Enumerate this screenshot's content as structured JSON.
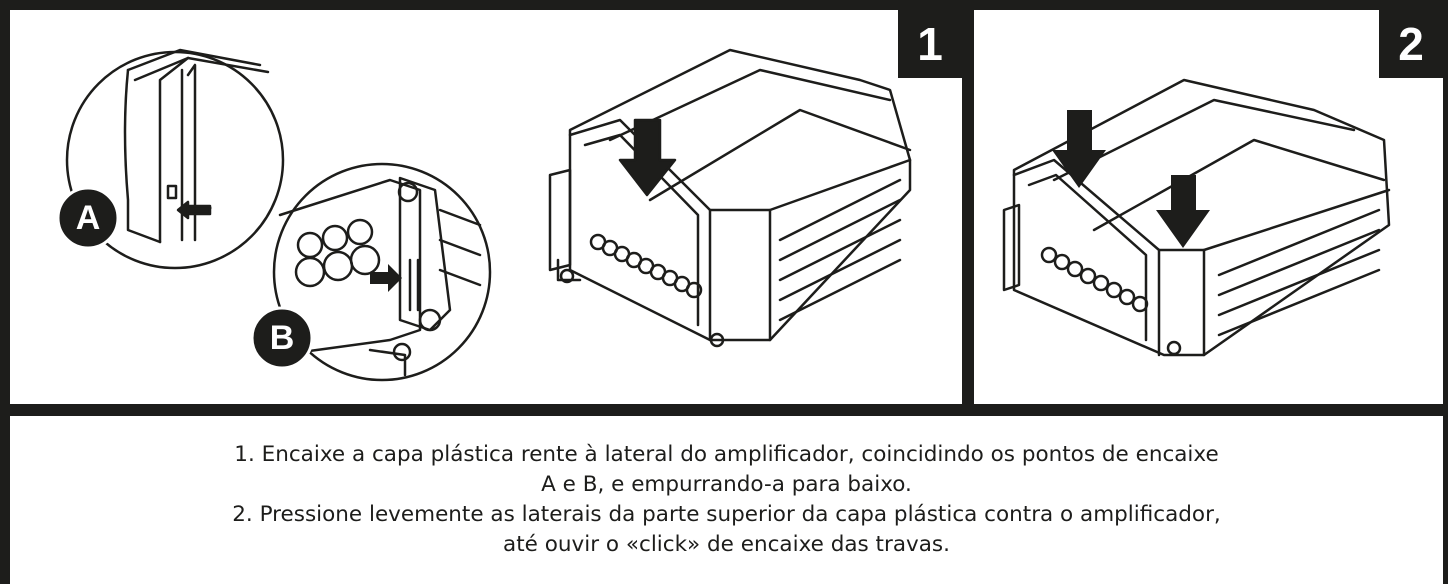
{
  "steps": [
    {
      "number": "1"
    },
    {
      "number": "2"
    }
  ],
  "callouts": {
    "a": "A",
    "b": "B"
  },
  "instructions": {
    "line1": "1. Encaixe a capa plástica rente à lateral do amplificador, coincidindo os pontos de encaixe",
    "line2": "A e B, e empurrando-a para baixo.",
    "line3": "2. Pressione levemente as laterais da parte superior da capa plástica contra o amplificador,",
    "line4": "até ouvir o «click» de encaixe das travas."
  },
  "colors": {
    "ink": "#1d1d1b",
    "background": "#ffffff"
  }
}
